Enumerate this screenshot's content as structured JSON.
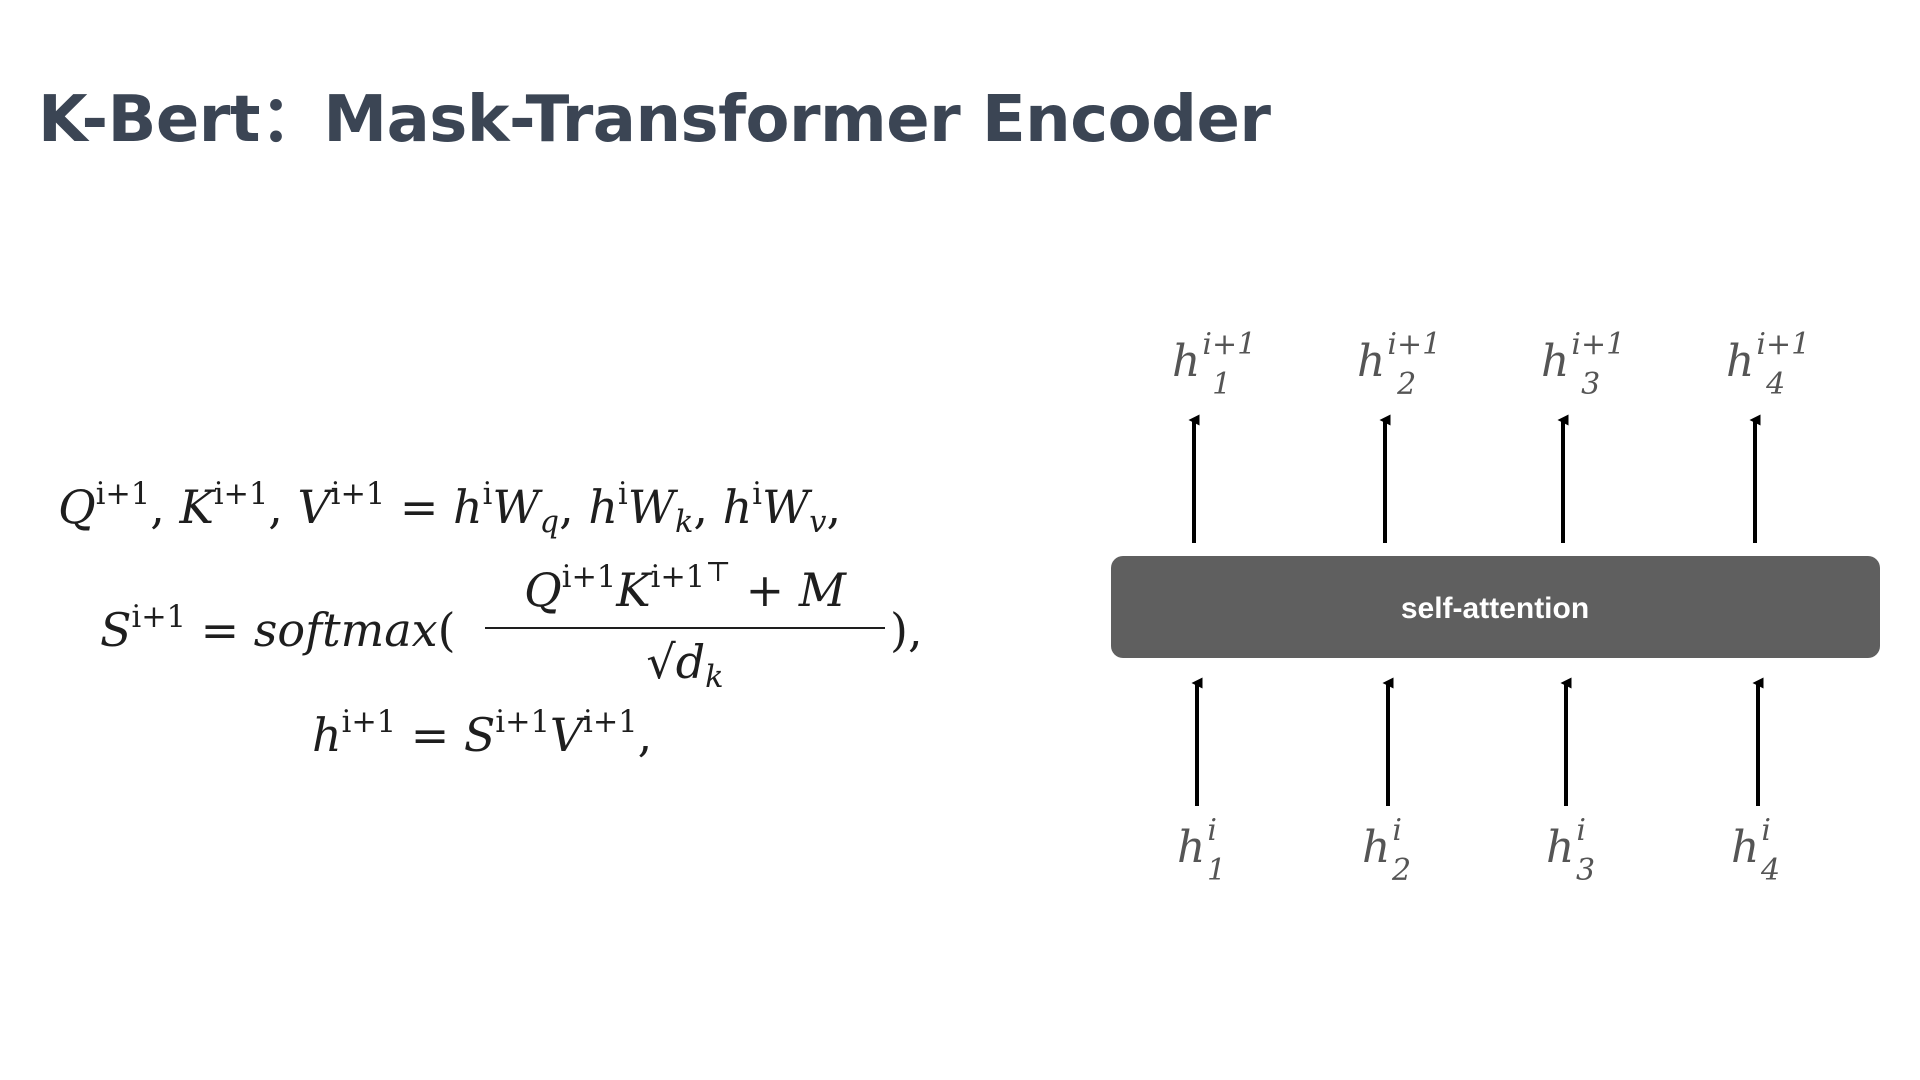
{
  "slide": {
    "title": "K-Bert：Mask-Transformer Encoder"
  },
  "equations": {
    "line1": {
      "Q": "Q",
      "K": "K",
      "V": "V",
      "h": "h",
      "W": "W",
      "sup_next": "i+1",
      "sup_i": "i",
      "sub_q": "q",
      "sub_k": "k",
      "sub_v": "v",
      "comma": ",",
      "equals": "="
    },
    "line2": {
      "S": "S",
      "sup_next": "i+1",
      "equals": "=",
      "softmax": "softmax",
      "open_paren": "(",
      "close_paren": "),",
      "num_Q": "Q",
      "num_K": "K",
      "transpose": "⊤",
      "plus": "+",
      "M": "M",
      "sqrt": "√",
      "d": "d",
      "sub_k": "k"
    },
    "line3": {
      "h": "h",
      "S": "S",
      "V": "V",
      "sup_next": "i+1",
      "equals": "=",
      "comma": ","
    }
  },
  "diagram": {
    "block_label": "self-attention",
    "block_color": "#5f5f5f",
    "token_color": "#555555",
    "arrow_color": "#000000",
    "token_base": "h",
    "output_sup": "i+1",
    "input_sup": "i",
    "subscripts": [
      "1",
      "2",
      "3",
      "4"
    ]
  }
}
